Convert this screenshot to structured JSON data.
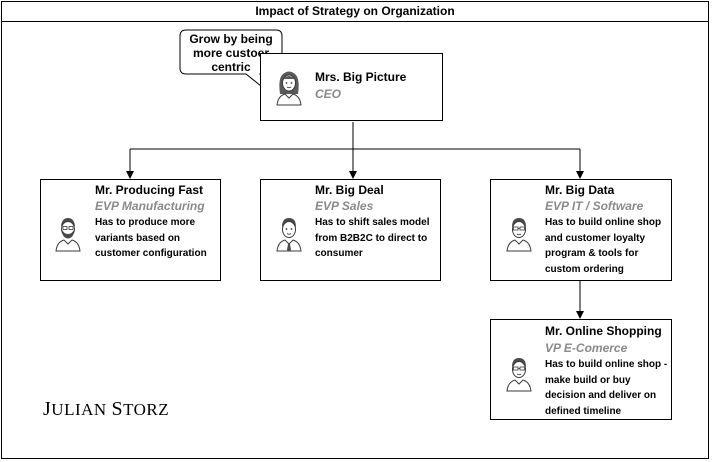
{
  "title": "Impact of Strategy on Organization",
  "speech_bubble": "Grow by being more custoer centric",
  "brand": {
    "first_initial": "J",
    "first_rest": "ULIAN ",
    "last_initial": "S",
    "last_rest": "TORZ"
  },
  "nodes": {
    "ceo": {
      "name": "Mrs. Big Picture",
      "role": "CEO",
      "description": ""
    },
    "manufacturing": {
      "name": "Mr. Producing Fast",
      "role": "EVP Manufacturing",
      "description": "Has to produce more variants based on customer configuration"
    },
    "sales": {
      "name": "Mr. Big Deal",
      "role": "EVP Sales",
      "description": "Has to shift sales model from B2B2C to direct to consumer"
    },
    "it": {
      "name": "Mr. Big Data",
      "role": "EVP IT / Software",
      "description": "Has to build online shop and customer loyalty program & tools for custom ordering"
    },
    "ecommerce": {
      "name": "Mr. Online Shopping",
      "role": "VP E-Comerce",
      "description": "Has to build online shop - make build or buy decision and deliver on defined timeline"
    }
  },
  "colors": {
    "line": "#000000",
    "role_text": "#8a8a8a",
    "avatar_stroke": "#3a3a3a"
  },
  "icons": [
    "woman-avatar-icon",
    "bearded-man-avatar-icon",
    "man-with-tie-avatar-icon",
    "man-with-glasses-avatar-icon"
  ]
}
